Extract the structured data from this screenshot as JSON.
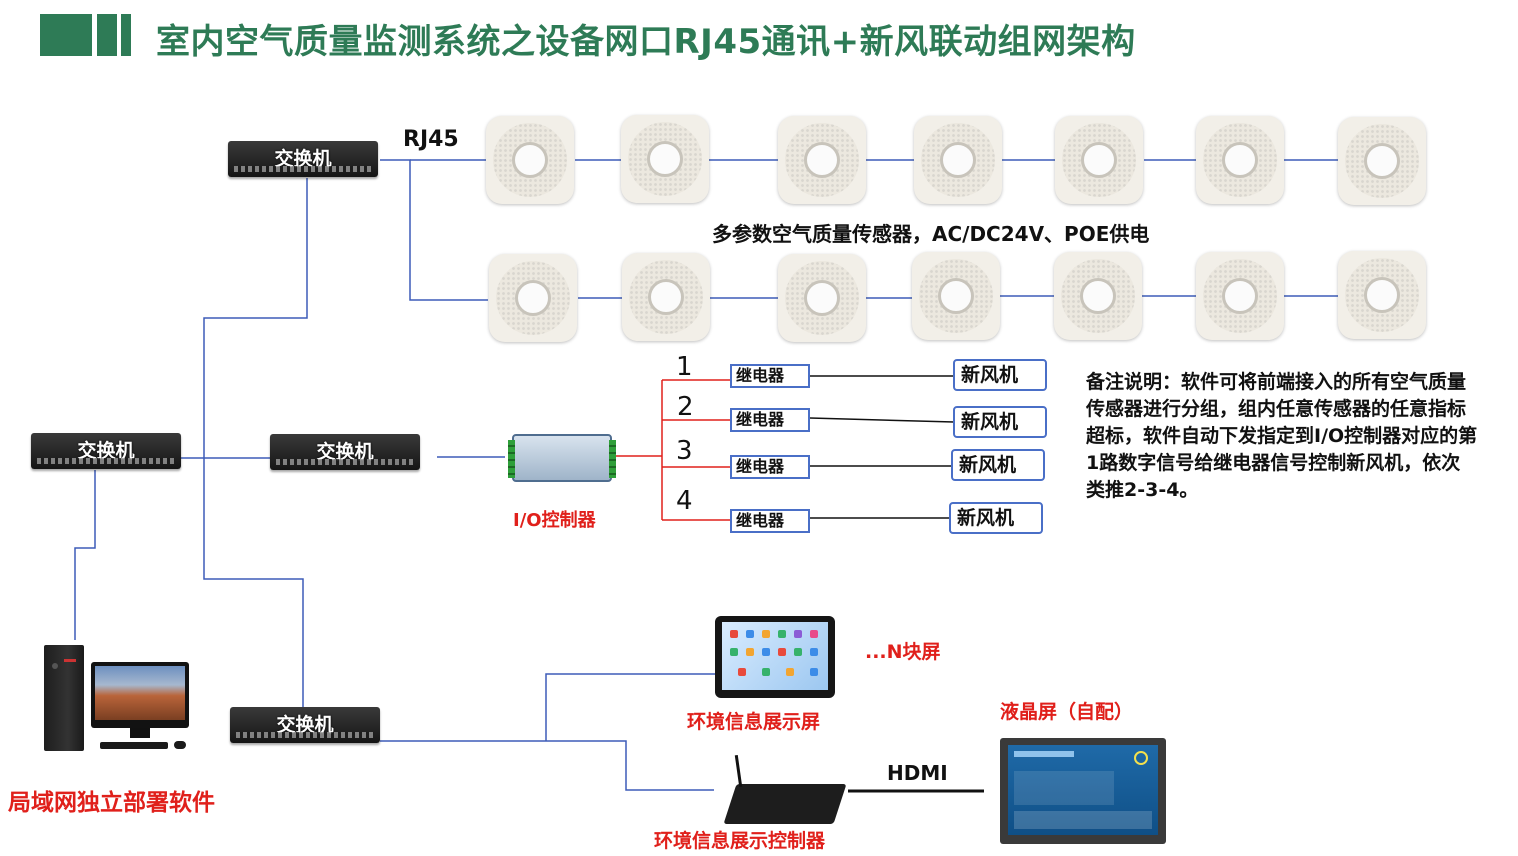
{
  "title": "室内空气质量监测系统之设备网口RJ45通讯+新风联动组网架构",
  "switch_label": "交换机",
  "rj45_label": "RJ45",
  "sensor_caption": "多参数空气质量传感器，AC/DC24V、POE供电",
  "relay_numbers": [
    "1",
    "2",
    "3",
    "4"
  ],
  "relay_label": "继电器",
  "fan_label": "新风机",
  "io_controller_label": "I/O控制器",
  "note": "备注说明：软件可将前端接入的所有空气质量传感器进行分组，组内任意传感器的任意指标超标，软件自动下发指定到I/O控制器对应的第1路数字信号给继电器信号控制新风机，依次类推2-3-4。",
  "n_screens_label": "...N块屏",
  "display_screen_label": "环境信息展示屏",
  "lcd_label": "液晶屏（自配）",
  "hdmi_label": "HDMI",
  "display_controller_label": "环境信息展示控制器",
  "software_label": "局域网独立部署软件",
  "colors": {
    "title": "#2e7b56",
    "wire": "#3d5cb8",
    "red": "#e0201b",
    "box_border": "#4a6fc7"
  }
}
